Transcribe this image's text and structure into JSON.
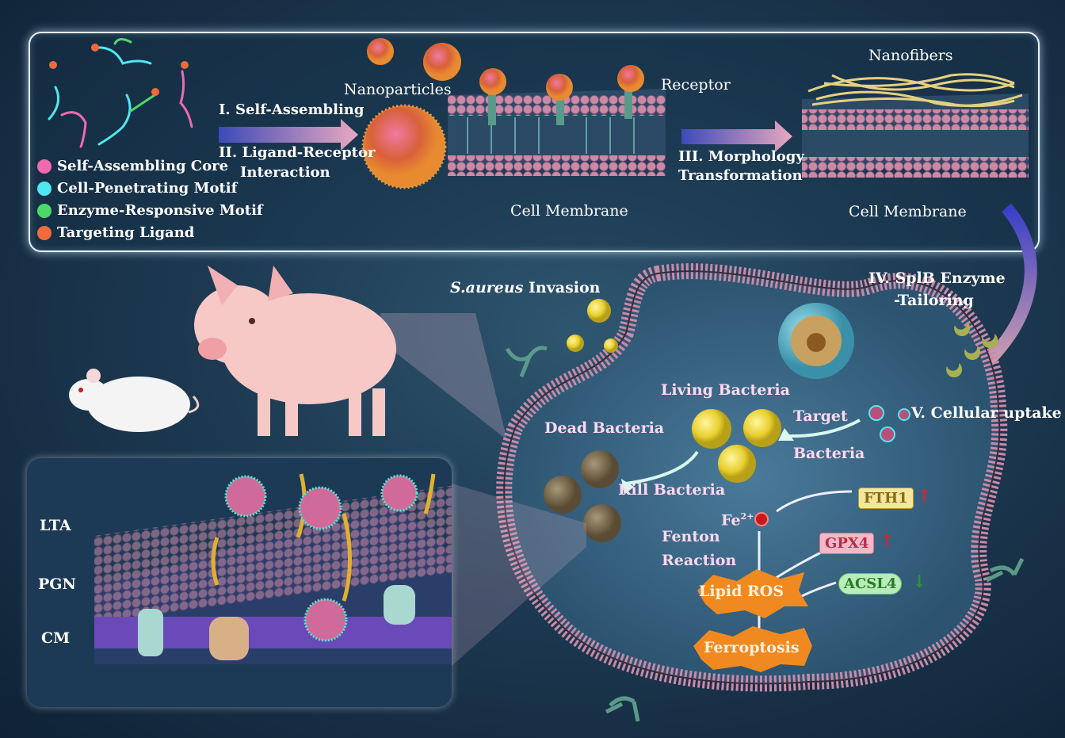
{
  "legend": [
    {
      "label": "Self-Assembling Core",
      "color": "#f06ab0"
    },
    {
      "label": "Cell-Penetrating Motif",
      "color": "#4ee8f0"
    },
    {
      "label": "Enzyme-Responsive Motif",
      "color": "#4ed86a"
    },
    {
      "label": "Targeting Ligand",
      "color": "#f06a3a"
    }
  ],
  "steps": {
    "step1": "I. Self-Assembling",
    "step2_line1": "II. Ligand-Receptor",
    "step2_line2": "Interaction",
    "step3_line1": "III. Morphology",
    "step3_line2": "Transformation",
    "step4_line1": "IV. SplB Enzyme",
    "step4_line2": "-Tailoring",
    "step5": "V. Cellular uptake"
  },
  "labels": {
    "nanoparticles": "Nanoparticles",
    "receptor": "Receptor",
    "nanofibers": "Nanofibers",
    "cell_membrane_1": "Cell Membrane",
    "cell_membrane_2": "Cell Membrane",
    "invasion_species": "S.aureus",
    "invasion_word": "Invasion",
    "living_bacteria": "Living Bacteria",
    "dead_bacteria": "Dead Bacteria",
    "target_line1": "Target",
    "target_line2": "Bacteria",
    "kill_bacteria": "Kill Bacteria",
    "fe": "Fe",
    "fe_sup": "2+",
    "fenton_line1": "Fenton",
    "fenton_line2": "Reaction",
    "lipid_ros": "Lipid ROS",
    "ferroptosis": "Ferroptosis",
    "fth1": "FTH1",
    "gpx4": "GPX4",
    "acsl4": "ACSL4"
  },
  "inset": {
    "lta": "LTA",
    "pgn": "PGN",
    "cm": "CM"
  },
  "colors": {
    "membrane": "#c98aa8",
    "bacteria_live": "#e8d030",
    "bacteria_dead": "#7a6a44",
    "arrow_purple": "#5a4ac8",
    "arrow_pink": "#e8a8c0",
    "fth1_bg": "#f2e6a0",
    "gpx4_bg": "#f5b8c8",
    "acsl4_bg": "#b8ecb8",
    "up_arrow": "#e0202a",
    "down_arrow": "#2a9a2a",
    "burst": "#f08a20"
  }
}
